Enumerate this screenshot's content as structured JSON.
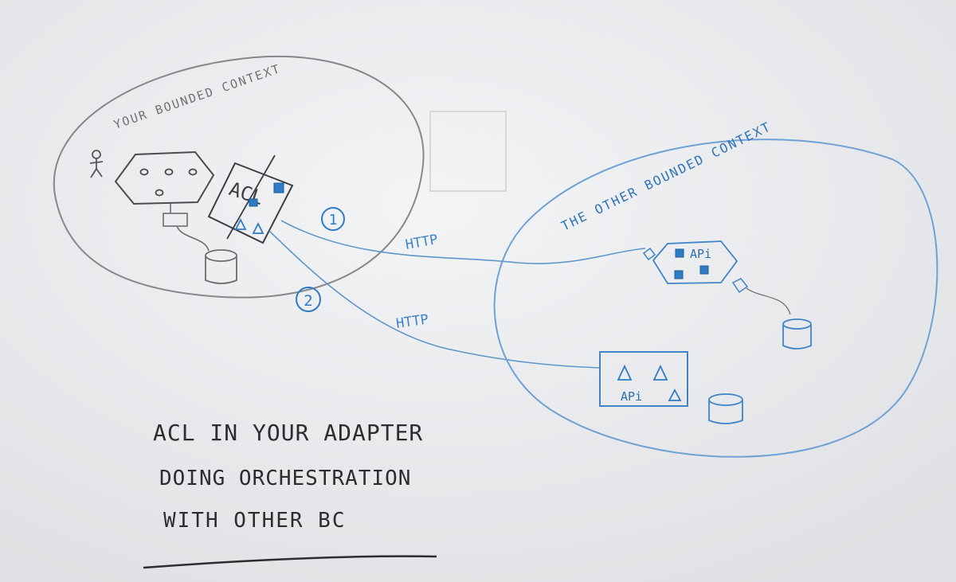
{
  "your_context": {
    "title": "YOUR BOUNDED CONTEXT",
    "acl_label": "ACL"
  },
  "other_context": {
    "title": "THE OTHER BOUNDED CONTEXT",
    "api_1_label": "APi",
    "api_2_label": "APi"
  },
  "connections": [
    {
      "number": "1",
      "protocol": "HTTP"
    },
    {
      "number": "2",
      "protocol": "HTTP"
    }
  ],
  "caption": {
    "line_1": "ACL IN YOUR ADAPTER",
    "line_2": "DOING ORCHESTRATION",
    "line_3": "WITH OTHER BC"
  },
  "colors": {
    "paper": "#e9ebee",
    "pencil": "#7a7c7f",
    "blue_pencil": "#4d8fc9",
    "dark_ink": "#2b2d30"
  }
}
